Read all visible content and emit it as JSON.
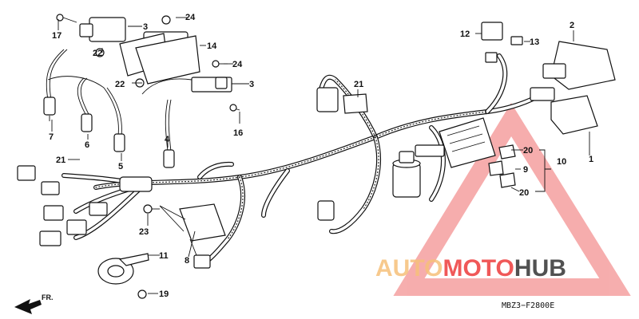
{
  "diagram": {
    "callouts": [
      "1",
      "2",
      "3",
      "3",
      "4",
      "5",
      "6",
      "7",
      "8",
      "9",
      "10",
      "11",
      "12",
      "13",
      "14",
      "16",
      "17",
      "19",
      "20",
      "20",
      "21",
      "21",
      "22",
      "22",
      "23",
      "24",
      "24"
    ],
    "direction_label": "FR.",
    "drawing_code": "MBZ3−F2800E"
  },
  "watermark": {
    "text": "AUTOMOTOHUB",
    "color_light": "#f6c07a",
    "color_red": "#ee3b3b",
    "color_dark": "#333333"
  }
}
